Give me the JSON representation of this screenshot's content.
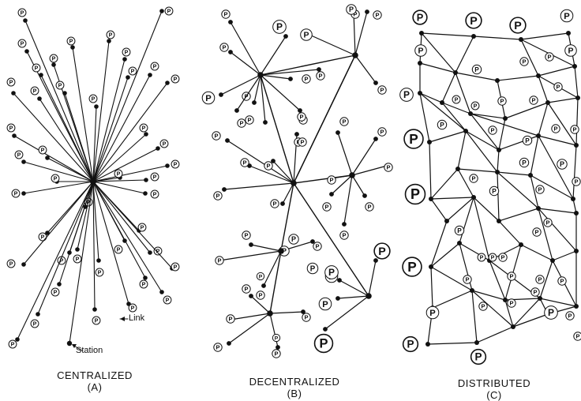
{
  "colors": {
    "ink": "#111111",
    "paper": "#ffffff"
  },
  "panels": [
    {
      "id": "a",
      "title": "CENTRALIZED",
      "letter": "(A)"
    },
    {
      "id": "b",
      "title": "DECENTRALIZED",
      "letter": "(B)"
    },
    {
      "id": "c",
      "title": "DISTRIBUTED",
      "letter": "(C)"
    }
  ],
  "annotations": {
    "link": "Link",
    "station": "Station"
  },
  "station_symbol": "P"
}
